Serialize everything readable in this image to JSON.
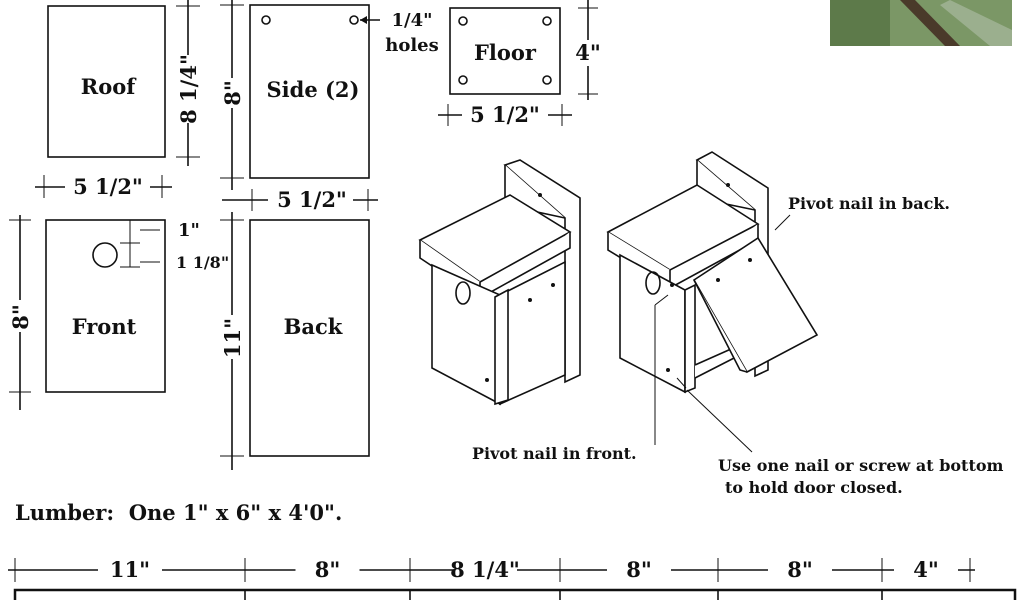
{
  "parts": {
    "roof": {
      "label": "Roof",
      "height": "8 1/4\"",
      "width": "5 1/2\""
    },
    "side": {
      "label": "Side (2)",
      "height": "8\"",
      "width": "5 1/2\""
    },
    "holes_note": {
      "line1": "1/4\"",
      "line2": "holes"
    },
    "floor": {
      "label": "Floor",
      "height": "4\"",
      "width": "5 1/2\""
    },
    "front": {
      "label": "Front",
      "height": "8\"",
      "hole_top": "1\"",
      "hole_diameter": "1 1/8\""
    },
    "back": {
      "label": "Back",
      "height": "11\""
    }
  },
  "notes": {
    "pivot_back": "Pivot nail in back.",
    "pivot_front": "Pivot nail in front.",
    "bottom_nail_1": "Use one nail or screw at bottom",
    "bottom_nail_2": "to hold door closed."
  },
  "lumber": "Lumber:  One 1\" x 6\" x 4'0\".",
  "cut_list": [
    "11\"",
    "8\"",
    "8 1/4\"",
    "8\"",
    "8\"",
    "4\""
  ],
  "colors": {
    "ink": "#111111",
    "photo_green": "#6f8a5a"
  }
}
